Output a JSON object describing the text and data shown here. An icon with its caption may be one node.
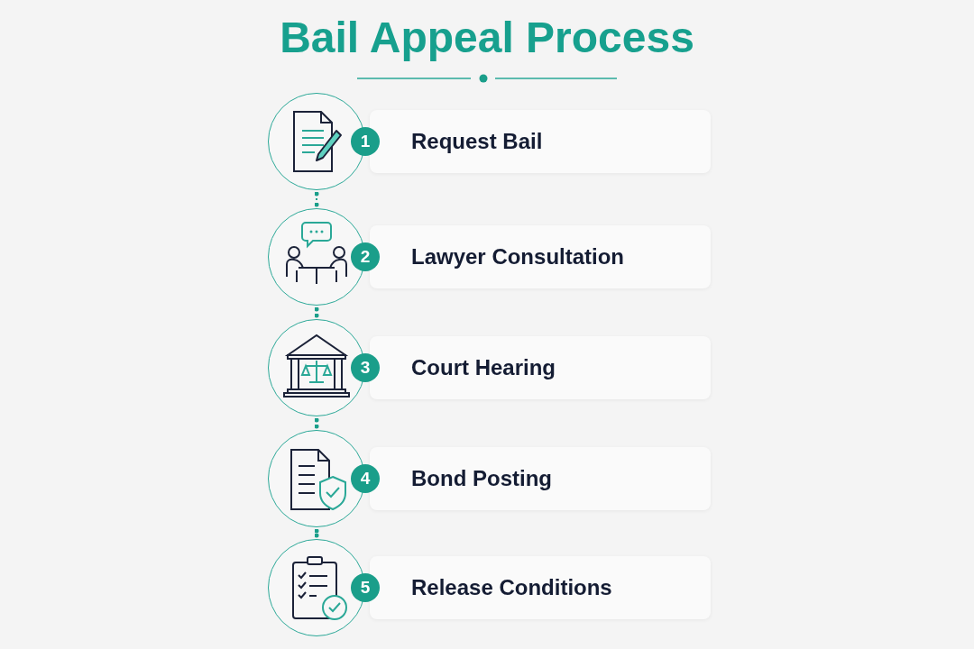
{
  "diagram": {
    "title": "Bail Appeal Process",
    "nodes": [
      {
        "text": [],
        "shape": "circle",
        "beside": [
          "1"
        ]
      },
      {
        "text": [
          "Request Bail"
        ]
      },
      {
        "text": [],
        "shape": "circle",
        "beside": [
          "2"
        ]
      },
      {
        "text": [
          "Lawyer Consultation"
        ]
      },
      {
        "text": [],
        "shape": "circle",
        "beside": [
          "3"
        ]
      },
      {
        "text": [
          "Court Hearing"
        ]
      },
      {
        "text": [],
        "shape": "circle",
        "beside": [
          "4"
        ]
      },
      {
        "text": [
          "Bond Posting"
        ]
      },
      {
        "text": [],
        "shape": "circle",
        "beside": [
          "5"
        ]
      },
      {
        "text": [
          "Release Conditions"
        ]
      }
    ],
    "edges": [
      {
        "from": 0,
        "to": 2,
        "arrow": "other",
        "style": "dashed"
      },
      {
        "from": 2,
        "to": 4,
        "arrow": "other",
        "style": "dashed"
      },
      {
        "from": 4,
        "to": 6,
        "arrow": "other",
        "style": "dashed"
      },
      {
        "from": 6,
        "to": 8,
        "arrow": "other",
        "style": "dashed"
      }
    ]
  }
}
